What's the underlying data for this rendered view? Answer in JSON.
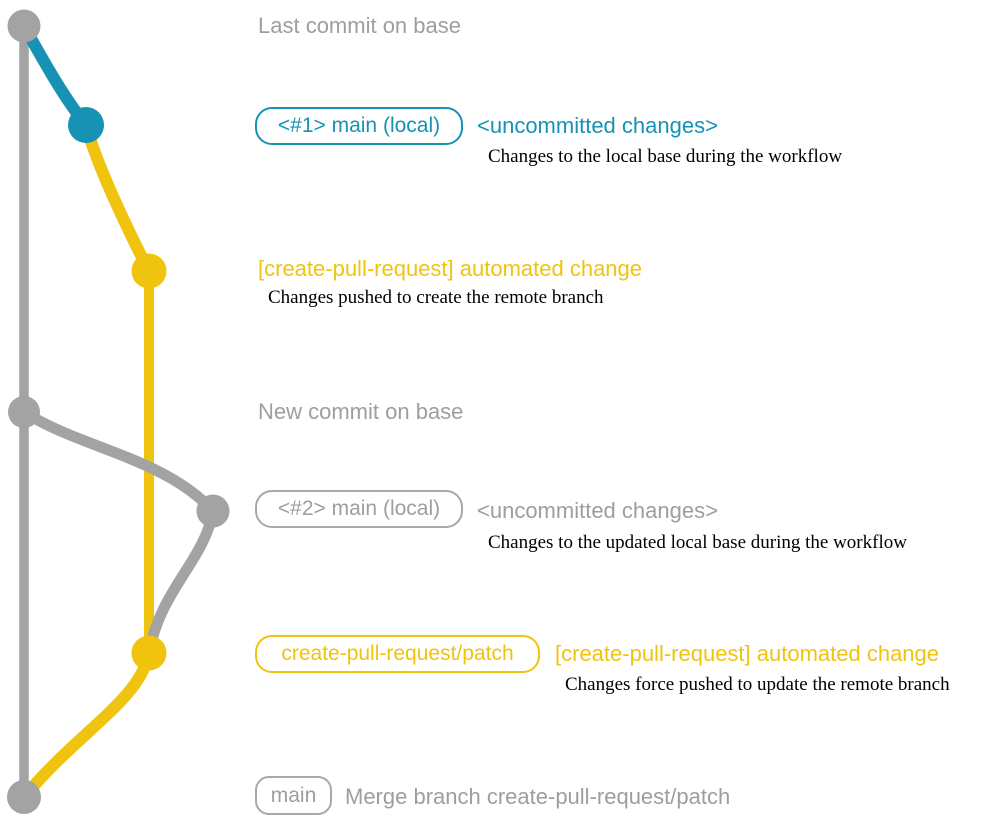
{
  "colors": {
    "gray": "#a3a3a3",
    "text_gray": "#9e9e9e",
    "blue": "#1792b4",
    "yellow": "#f0c30e",
    "note_black": "#000000"
  },
  "graph": {
    "type": "git-graph",
    "base_branch_color": "gray",
    "commits": [
      {
        "name": "last-commit-on-base",
        "branch": "base",
        "color": "gray"
      },
      {
        "name": "local-main-commit-1",
        "branch": "main (local)",
        "color": "blue"
      },
      {
        "name": "automated-change-commit-1",
        "branch": "create-pull-request/patch",
        "color": "yellow"
      },
      {
        "name": "new-commit-on-base",
        "branch": "base",
        "color": "gray"
      },
      {
        "name": "local-main-commit-2",
        "branch": "main (local)",
        "color": "gray"
      },
      {
        "name": "automated-change-commit-2",
        "branch": "create-pull-request/patch",
        "color": "yellow"
      },
      {
        "name": "merge-commit",
        "branch": "main",
        "color": "gray"
      }
    ]
  },
  "annotations": {
    "last_commit": "Last commit on base",
    "branch1_box": "<#1> main (local)",
    "uncommitted1": "<uncommitted changes>",
    "desc1": "Changes to the local base during the workflow",
    "auto1": "[create-pull-request] automated change",
    "desc2": "Changes pushed to create the remote branch",
    "new_commit": "New commit on base",
    "branch2_box": "<#2> main (local)",
    "uncommitted2": "<uncommitted changes>",
    "desc3": "Changes to the updated local base during the workflow",
    "patch_box": "create-pull-request/patch",
    "auto2": "[create-pull-request] automated change",
    "desc4": "Changes force pushed to update the remote branch",
    "main_box": "main",
    "merge_msg": "Merge branch create-pull-request/patch"
  }
}
